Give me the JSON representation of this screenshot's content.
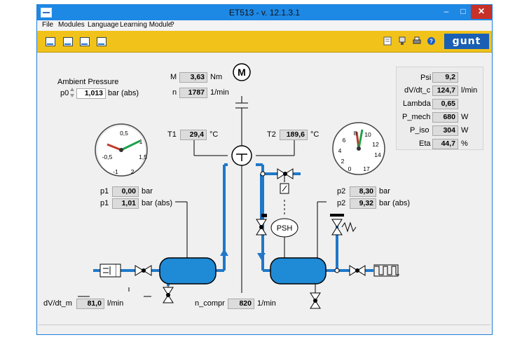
{
  "window": {
    "title": "ET513 - v. 12.1.3.1",
    "minimize_label": "–",
    "maximize_label": "□",
    "close_label": "✕"
  },
  "menu": [
    "File",
    "Modules",
    "Language",
    "Learning Module",
    "?"
  ],
  "toolbar": {
    "left_icons": [
      "overview-icon",
      "edit-icon",
      "diagram-icon",
      "chart-icon"
    ],
    "right_icons": [
      "document-icon",
      "lamp-icon",
      "printer-icon",
      "help-icon"
    ],
    "logo_text": "gunt"
  },
  "ambient": {
    "title": "Ambient Pressure",
    "label": "p0",
    "value": "1,013",
    "unit": "bar (abs)"
  },
  "motor": {
    "symbol": "M",
    "torque": {
      "label": "M",
      "value": "3,63",
      "unit": "Nm"
    },
    "speed": {
      "label": "n",
      "value": "1787",
      "unit": "1/min"
    }
  },
  "temps": {
    "t1": {
      "label": "T1",
      "value": "29,4",
      "unit": "°C"
    },
    "t2": {
      "label": "T2",
      "value": "189,6",
      "unit": "°C"
    }
  },
  "gauge_left": {
    "ticks": [
      "0,5",
      "1",
      "-0,5",
      "1,5",
      "-1",
      "2"
    ]
  },
  "gauge_right": {
    "ticks": [
      "8",
      "10",
      "6",
      "12",
      "4",
      "14",
      "2",
      "0",
      "17"
    ]
  },
  "p1": {
    "label": "p1",
    "value": "0,00",
    "unit": "bar"
  },
  "p1abs": {
    "label": "p1",
    "value": "1,01",
    "unit": "bar (abs)"
  },
  "p2": {
    "label": "p2",
    "value": "8,30",
    "unit": "bar"
  },
  "p2abs": {
    "label": "p2",
    "value": "9,32",
    "unit": "bar (abs)"
  },
  "psh": {
    "label": "PSH"
  },
  "results": [
    {
      "label": "Psi",
      "value": "9,2",
      "unit": ""
    },
    {
      "label": "dV/dt_c",
      "value": "124,7",
      "unit": "l/min"
    },
    {
      "label": "Lambda",
      "value": "0,65",
      "unit": ""
    },
    {
      "label": "P_mech",
      "value": "680",
      "unit": "W"
    },
    {
      "label": "P_iso",
      "value": "304",
      "unit": "W"
    },
    {
      "label": "Eta",
      "value": "44,7",
      "unit": "%"
    }
  ],
  "flow": {
    "label": "dV/dt_m",
    "value": "81,0",
    "unit": "l/min"
  },
  "ncompr": {
    "label": "n_compr",
    "value": "820",
    "unit": "1/min"
  },
  "colors": {
    "pipe": "#1f78c8",
    "tank": "#1f8ad6",
    "titlebar": "#1e88e5",
    "toolbar": "#f1c21a",
    "close": "#c7312a"
  }
}
